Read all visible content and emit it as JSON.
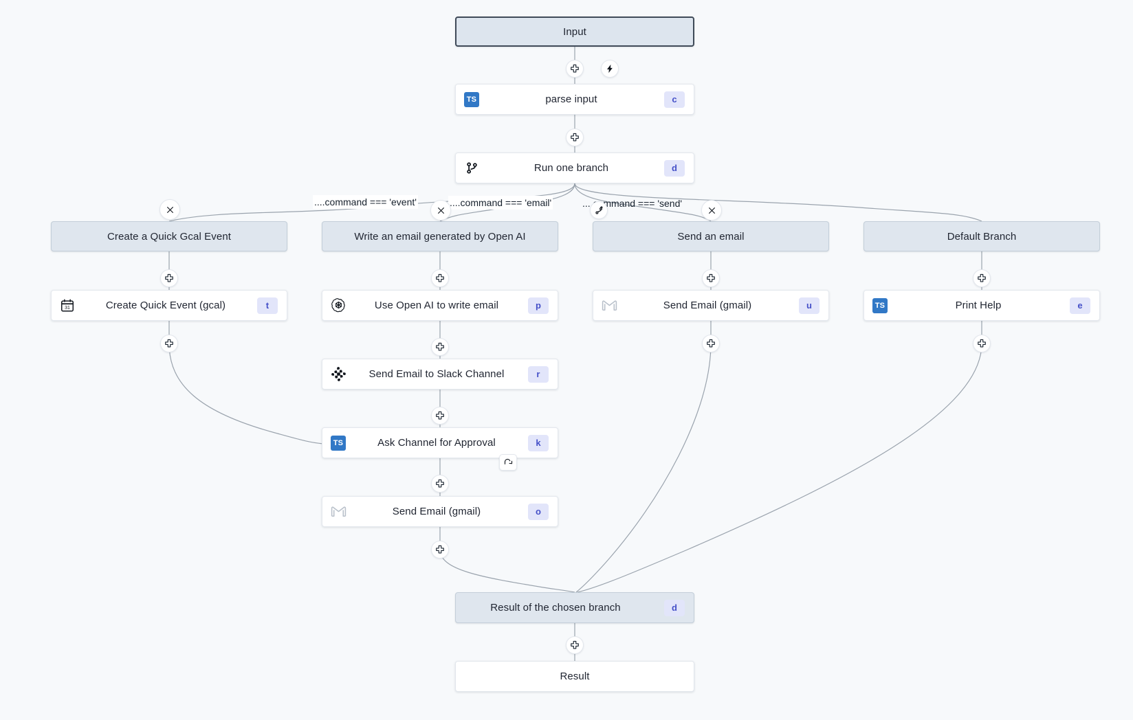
{
  "canvas": {
    "background": "#f7f9fb",
    "edge_color": "#9aa3ad",
    "accent_badge_bg": "#e2e5fa",
    "accent_badge_fg": "#4550c8",
    "terminal_bg": "#dfe6ee",
    "ts_icon_color": "#3178c6"
  },
  "nodes": {
    "input": {
      "label": "Input",
      "kind": "terminal"
    },
    "parse_input": {
      "label": "parse input",
      "shortcut": "c",
      "icon": "typescript-icon"
    },
    "run_one_branch": {
      "label": "Run one branch",
      "shortcut": "d",
      "icon": "git-branch-icon"
    },
    "branch_event_header": {
      "label": "Create a Quick Gcal Event",
      "kind": "terminal"
    },
    "branch_email_header": {
      "label": "Write an email generated by Open AI",
      "kind": "terminal"
    },
    "branch_send_header": {
      "label": "Send an email",
      "kind": "terminal"
    },
    "branch_default_header": {
      "label": "Default Branch",
      "kind": "terminal"
    },
    "create_quick_event": {
      "label": "Create Quick Event (gcal)",
      "shortcut": "t",
      "icon": "google-calendar-icon"
    },
    "use_open_ai": {
      "label": "Use Open AI to write email",
      "shortcut": "p",
      "icon": "openai-icon"
    },
    "send_email_slack": {
      "label": "Send Email to Slack Channel",
      "shortcut": "r",
      "icon": "slack-icon"
    },
    "ask_channel_approval": {
      "label": "Ask Channel for Approval",
      "shortcut": "k",
      "icon": "typescript-icon",
      "badge_icon": "suspend-resume-icon"
    },
    "send_email_gmail_mid": {
      "label": "Send Email (gmail)",
      "shortcut": "o",
      "icon": "gmail-icon"
    },
    "send_email_gmail_right": {
      "label": "Send Email (gmail)",
      "shortcut": "u",
      "icon": "gmail-icon"
    },
    "print_help": {
      "label": "Print Help",
      "shortcut": "e",
      "icon": "typescript-icon"
    },
    "result_of_chosen_branch": {
      "label": "Result of the chosen branch",
      "shortcut": "d",
      "kind": "terminal"
    },
    "result": {
      "label": "Result",
      "kind": "terminal"
    }
  },
  "branch_conditions": [
    {
      "label": "....command === 'event'"
    },
    {
      "label": "....command === 'email'"
    },
    {
      "label": "....command === 'send'"
    }
  ],
  "controls": {
    "add_step_icon": "plus-cross-icon",
    "trigger_icon": "lightning-bolt-icon",
    "remove_branch_icon": "close-x-icon",
    "add_branch_icon": "add-branch-icon"
  }
}
